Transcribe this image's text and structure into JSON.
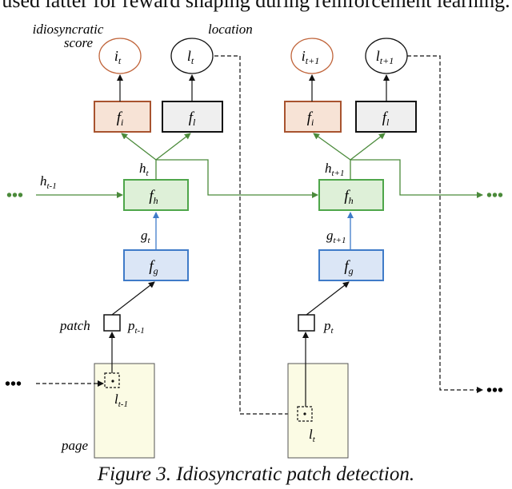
{
  "header_fragment": "used latter for reward shaping during reinforcement learning.",
  "caption": "Figure 3. Idiosyncratic patch detection.",
  "labels": {
    "idiosyncratic_1": "idiosyncratic",
    "idiosyncratic_2": "score",
    "location": "location",
    "patch": "patch",
    "page": "page",
    "ellipsis": "•••"
  },
  "nodes": {
    "i_t": {
      "base": "i",
      "sub": "t"
    },
    "l_t": {
      "base": "l",
      "sub": "t"
    },
    "i_t1": {
      "base": "i",
      "sub": "t+1"
    },
    "l_t1": {
      "base": "l",
      "sub": "t+1"
    },
    "fi": {
      "base": "f",
      "sub": "i"
    },
    "fl": {
      "base": "f",
      "sub": "l"
    },
    "fh": {
      "base": "f",
      "sub": "h"
    },
    "fg": {
      "base": "f",
      "sub": "g"
    },
    "h_prev": {
      "base": "h",
      "sub": "t-1"
    },
    "h_t": {
      "base": "h",
      "sub": "t"
    },
    "h_t1": {
      "base": "h",
      "sub": "t+1"
    },
    "g_t": {
      "base": "g",
      "sub": "t"
    },
    "g_t1": {
      "base": "g",
      "sub": "t+1"
    },
    "p_prev": {
      "base": "p",
      "sub": "t-1"
    },
    "p_t": {
      "base": "p",
      "sub": "t"
    },
    "l_prev": {
      "base": "l",
      "sub": "t-1"
    }
  },
  "colors": {
    "orange": "#c0643a",
    "orange_fill": "#f7e3d6",
    "gray_fill": "#efefef",
    "green": "#4ea64a",
    "green_fill": "#def0d8",
    "blue": "#3f7bc8",
    "blue_fill": "#dbe6f6",
    "page_fill": "#fbfbe4",
    "arrow_green": "#4a8a3a"
  }
}
